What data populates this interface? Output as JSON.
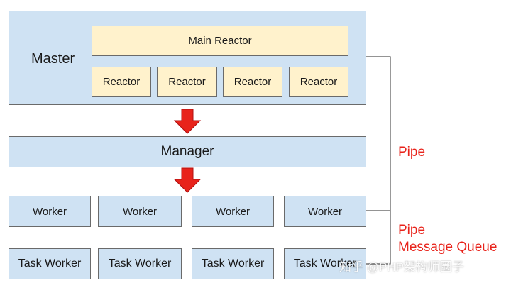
{
  "master": {
    "label": "Master",
    "main_reactor": "Main Reactor",
    "reactors": [
      "Reactor",
      "Reactor",
      "Reactor",
      "Reactor"
    ]
  },
  "manager": {
    "label": "Manager"
  },
  "workers": [
    "Worker",
    "Worker",
    "Worker",
    "Worker"
  ],
  "task_workers": [
    "Task Worker",
    "Task Worker",
    "Task Worker",
    "Task Worker"
  ],
  "connections": {
    "pipe_label": "Pipe",
    "pipe_mq_line1": "Pipe",
    "pipe_mq_line2": "Message Queue"
  },
  "watermark": "知乎 @PHP架构师圈子",
  "colors": {
    "box_fill": "#cfe2f3",
    "reactor_fill": "#fff2cc",
    "arrow": "#e8231b",
    "label_red": "#e8231b"
  }
}
